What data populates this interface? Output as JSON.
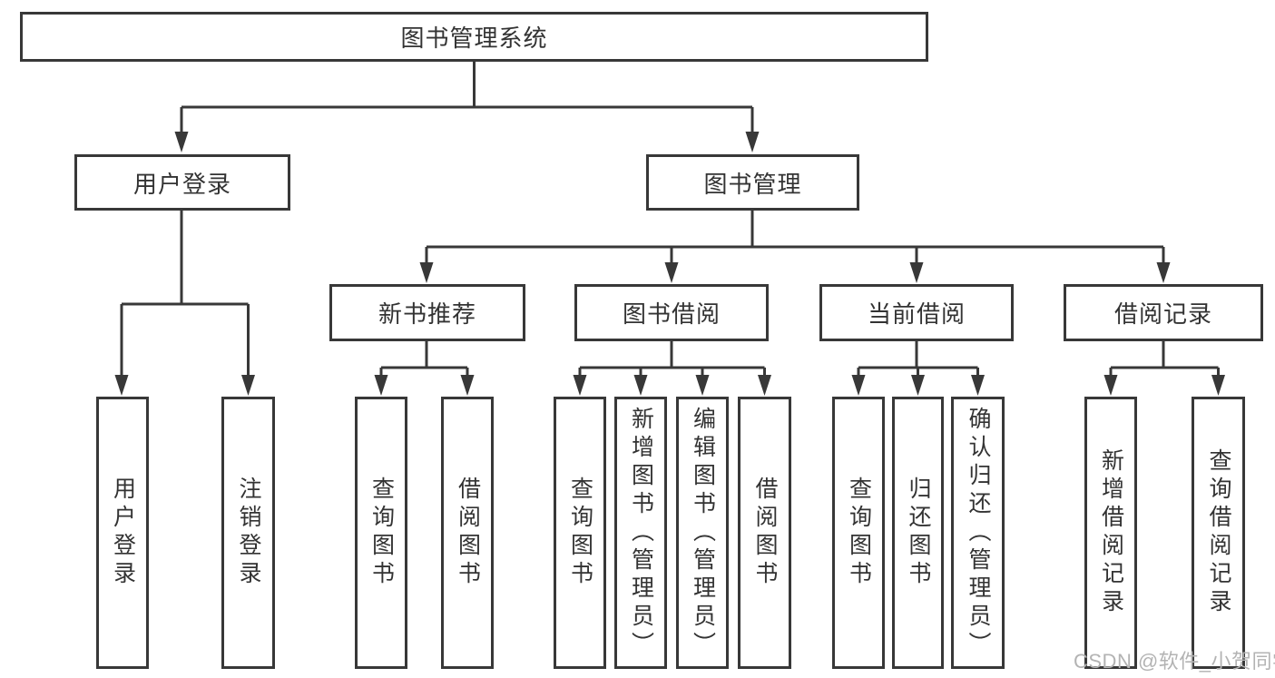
{
  "colors": {
    "line": "#383838",
    "box_border": "#383838",
    "text": "#333333",
    "background": "#ffffff",
    "watermark": "#b3b3b3"
  },
  "watermark": {
    "text": "CSDN @软件_小贺同学"
  },
  "tree": {
    "label": "图书管理系统",
    "children": [
      {
        "label": "用户登录",
        "children": [
          {
            "label": "用户登录"
          },
          {
            "label": "注销登录"
          }
        ]
      },
      {
        "label": "图书管理",
        "children": [
          {
            "label": "新书推荐",
            "children": [
              {
                "label": "查询图书"
              },
              {
                "label": "借阅图书"
              }
            ]
          },
          {
            "label": "图书借阅",
            "children": [
              {
                "label": "查询图书"
              },
              {
                "label": "新增图书（管理员）"
              },
              {
                "label": "编辑图书（管理员）"
              },
              {
                "label": "借阅图书"
              }
            ]
          },
          {
            "label": "当前借阅",
            "children": [
              {
                "label": "查询图书"
              },
              {
                "label": "归还图书"
              },
              {
                "label": "确认归还（管理员）"
              }
            ]
          },
          {
            "label": "借阅记录",
            "children": [
              {
                "label": "新增借阅记录"
              },
              {
                "label": "查询借阅记录"
              }
            ]
          }
        ]
      }
    ]
  }
}
